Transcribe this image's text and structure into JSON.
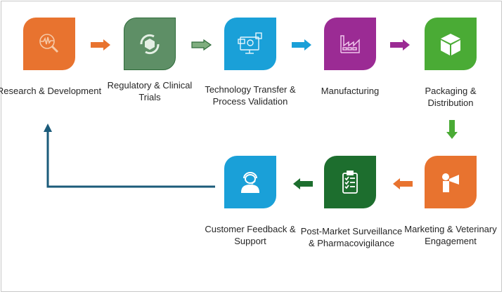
{
  "colors": {
    "orange": "#e8732f",
    "sage": "#5e8f66",
    "blue": "#1aa0d8",
    "purple": "#9b2b94",
    "green": "#4aab35",
    "dark_green": "#1d6e2e",
    "loop_line": "#1b5b7a"
  },
  "steps": [
    {
      "label": "Research & Development",
      "icon": "magnifier-pulse-icon",
      "color": "orange"
    },
    {
      "label": "Regulatory & Clinical Trials",
      "icon": "cycle-arrows-icon",
      "color": "sage"
    },
    {
      "label": "Technology Transfer & Process Validation",
      "icon": "monitor-user-icon",
      "color": "blue"
    },
    {
      "label": "Manufacturing",
      "icon": "factory-icon",
      "color": "purple"
    },
    {
      "label": "Packaging & Distribution",
      "icon": "box-icon",
      "color": "green"
    },
    {
      "label": "Marketing & Veterinary Engagement",
      "icon": "megaphone-person-icon",
      "color": "orange"
    },
    {
      "label": "Post-Market Surveillance & Pharmacovigilance",
      "icon": "clipboard-checklist-icon",
      "color": "dark_green"
    },
    {
      "label": "Customer Feedback & Support",
      "icon": "headset-agent-icon",
      "color": "blue"
    }
  ]
}
